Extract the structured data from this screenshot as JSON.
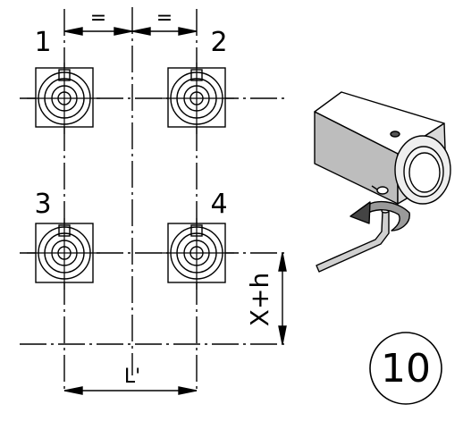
{
  "labels": {
    "pos1": "1",
    "pos2": "2",
    "pos3": "3",
    "pos4": "4",
    "equal_left": "=",
    "equal_right": "=",
    "dimension_x": "X+h",
    "dimension_l": "L'",
    "step_number": "10"
  },
  "icons": {
    "camera": "camera-icon",
    "hex_key": "hex-key-icon",
    "rotate_arrow": "rotate-arrow-icon"
  }
}
